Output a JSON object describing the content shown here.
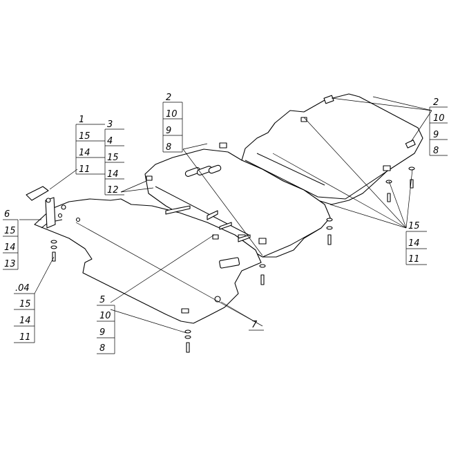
{
  "callouts": {
    "group_1": [
      "1",
      "15",
      "14",
      "11"
    ],
    "group_3": [
      "3",
      "4",
      "15",
      "14",
      "12"
    ],
    "group_2_mid": [
      "2",
      "10",
      "9",
      "8"
    ],
    "group_2_right": [
      "2",
      "10",
      "9",
      "8"
    ],
    "group_6": [
      "6",
      "15",
      "14",
      "13"
    ],
    "group_04": [
      ".04",
      "15",
      "14",
      "11"
    ],
    "group_5": [
      "5",
      "10",
      "9",
      "8"
    ],
    "group_15": [
      "15",
      "14",
      "11"
    ],
    "label_7": "7"
  }
}
